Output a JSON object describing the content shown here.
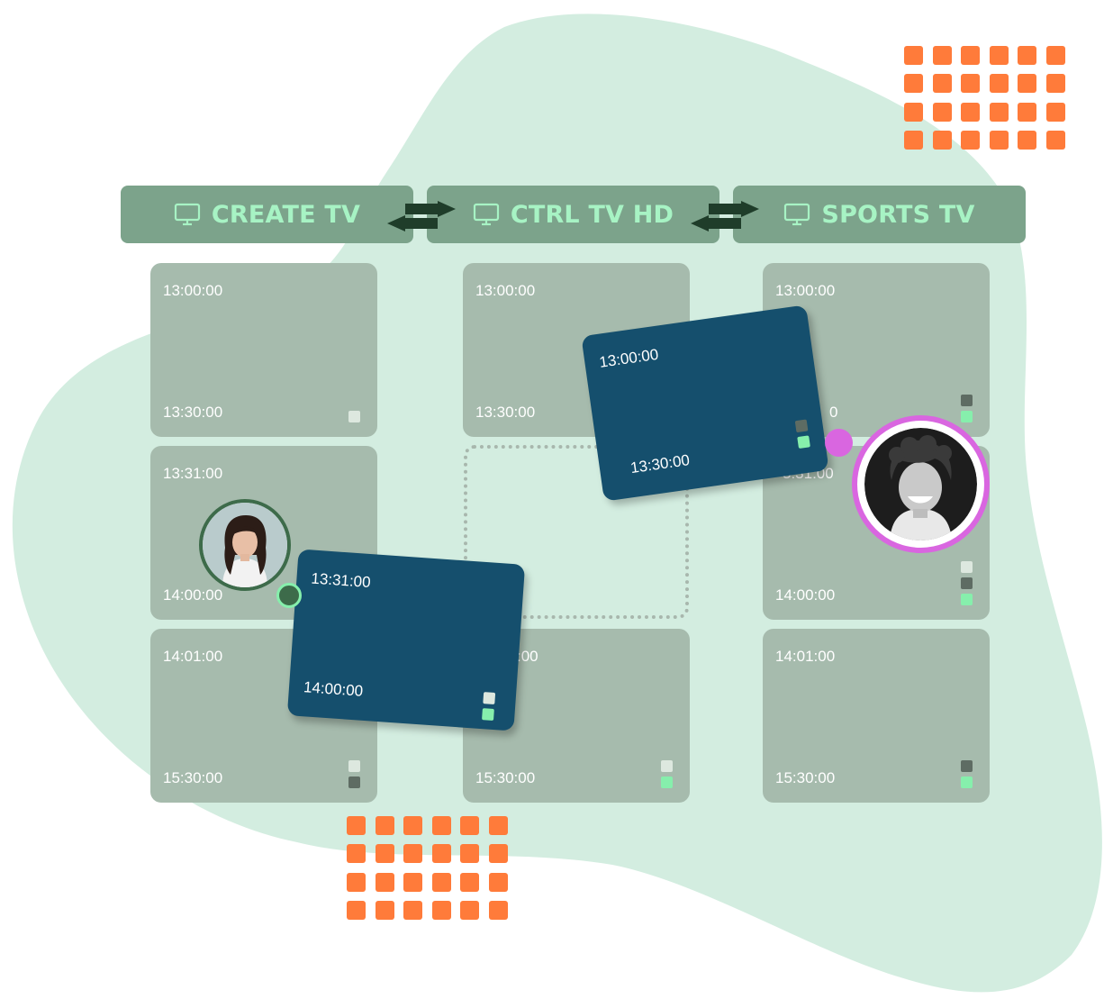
{
  "colors": {
    "blob": "#d3ede0",
    "accent_orange": "#ff7b3a",
    "channel_bg": "#7ca38b",
    "channel_text": "#a7f3c4",
    "slot_bg": "#a6bbad",
    "event_bg": "#154f6d",
    "avatar_ring_green": "#3d6b4a",
    "avatar_ring_purple": "#d966e0",
    "swap_arrow": "#1f3d2a"
  },
  "channels": [
    {
      "label": "CREATE TV",
      "icon": "tv-icon"
    },
    {
      "label": "CTRL TV HD",
      "icon": "tv-icon"
    },
    {
      "label": "SPORTS TV",
      "icon": "tv-icon"
    }
  ],
  "swap_icons": [
    "swap-arrows-icon",
    "swap-arrows-icon"
  ],
  "schedule": {
    "create_tv": [
      {
        "start": "13:00:00",
        "end": "13:30:00"
      },
      {
        "start": "13:31:00",
        "end": "14:00:00"
      },
      {
        "start": "14:01:00",
        "end": "15:30:00"
      }
    ],
    "ctrl_tv_hd": [
      {
        "start": "13:00:00",
        "end": "13:30:00"
      },
      {
        "start": "",
        "end": ""
      },
      {
        "start": ":00",
        "end": "15:30:00"
      }
    ],
    "sports_tv": [
      {
        "start": "13:00:00",
        "end": "0"
      },
      {
        "start": "3:31:00",
        "end": "14:00:00"
      },
      {
        "start": "14:01:00",
        "end": "15:30:00"
      }
    ]
  },
  "dragged_events": [
    {
      "start": "13:00:00",
      "end": "13:30:00"
    },
    {
      "start": "13:31:00",
      "end": "14:00:00"
    }
  ],
  "users": [
    {
      "icon": "woman-avatar-icon"
    },
    {
      "icon": "man-avatar-icon"
    }
  ]
}
